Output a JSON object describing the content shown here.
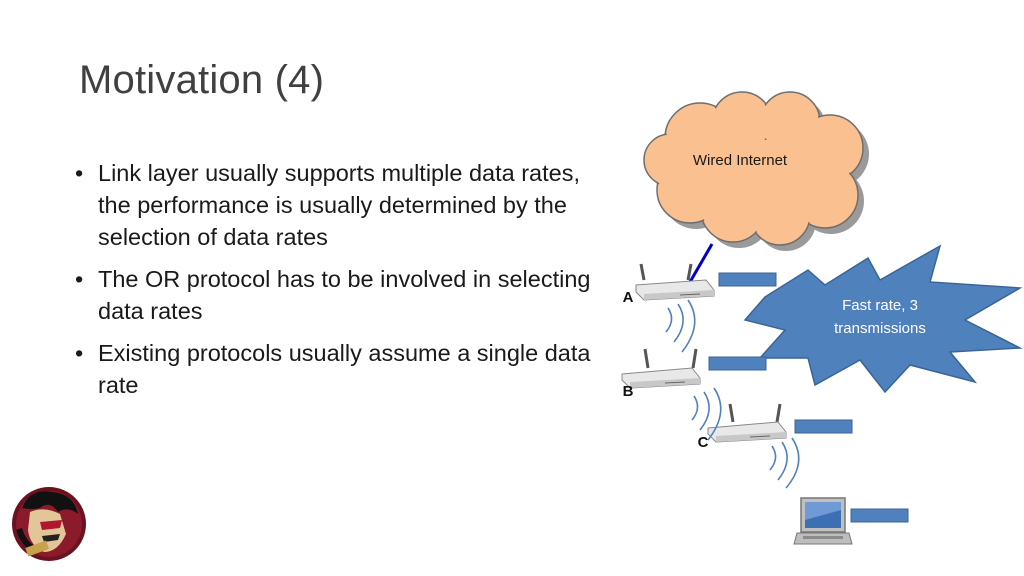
{
  "slide": {
    "title": "Motivation (4)",
    "bullets": [
      "Link layer usually supports multiple data rates, the performance is usually determined by the selection of data rates",
      "The OR protocol has to be involved in selecting data rates",
      "Existing protocols usually assume a single data rate"
    ]
  },
  "diagram": {
    "cloud_label": "Wired Internet",
    "burst_line1": "Fast rate, 3",
    "burst_line2": "transmissions",
    "node_a": "A",
    "node_b": "B",
    "node_c": "C"
  },
  "colors": {
    "cloud_fill": "#FAC090",
    "burst_fill": "#4F81BD",
    "link_line": "#0000CC",
    "rate_box": "#4F81BD",
    "signal_arc": "#4F81BD"
  },
  "icons": [
    "router-icon",
    "laptop-icon",
    "logo-icon"
  ]
}
